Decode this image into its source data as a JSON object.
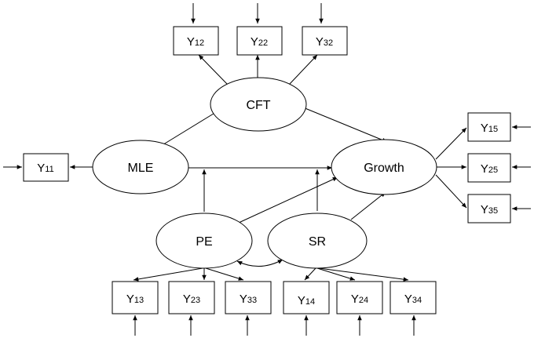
{
  "latent_variables": {
    "cft": "CFT",
    "mle": "MLE",
    "growth": "Growth",
    "pe": "PE",
    "sr": "SR"
  },
  "indicators": {
    "y12": {
      "letter": "Y",
      "sub": "12"
    },
    "y22": {
      "letter": "Y",
      "sub": "22"
    },
    "y32": {
      "letter": "Y",
      "sub": "32"
    },
    "y11": {
      "letter": "Y",
      "sub": "11"
    },
    "y15": {
      "letter": "Y",
      "sub": "15"
    },
    "y25": {
      "letter": "Y",
      "sub": "25"
    },
    "y35": {
      "letter": "Y",
      "sub": "35"
    },
    "y13": {
      "letter": "Y",
      "sub": "13"
    },
    "y23": {
      "letter": "Y",
      "sub": "23"
    },
    "y33": {
      "letter": "Y",
      "sub": "33"
    },
    "y14": {
      "letter": "Y",
      "sub": "14"
    },
    "y24": {
      "letter": "Y",
      "sub": "24"
    },
    "y34": {
      "letter": "Y",
      "sub": "34"
    }
  }
}
